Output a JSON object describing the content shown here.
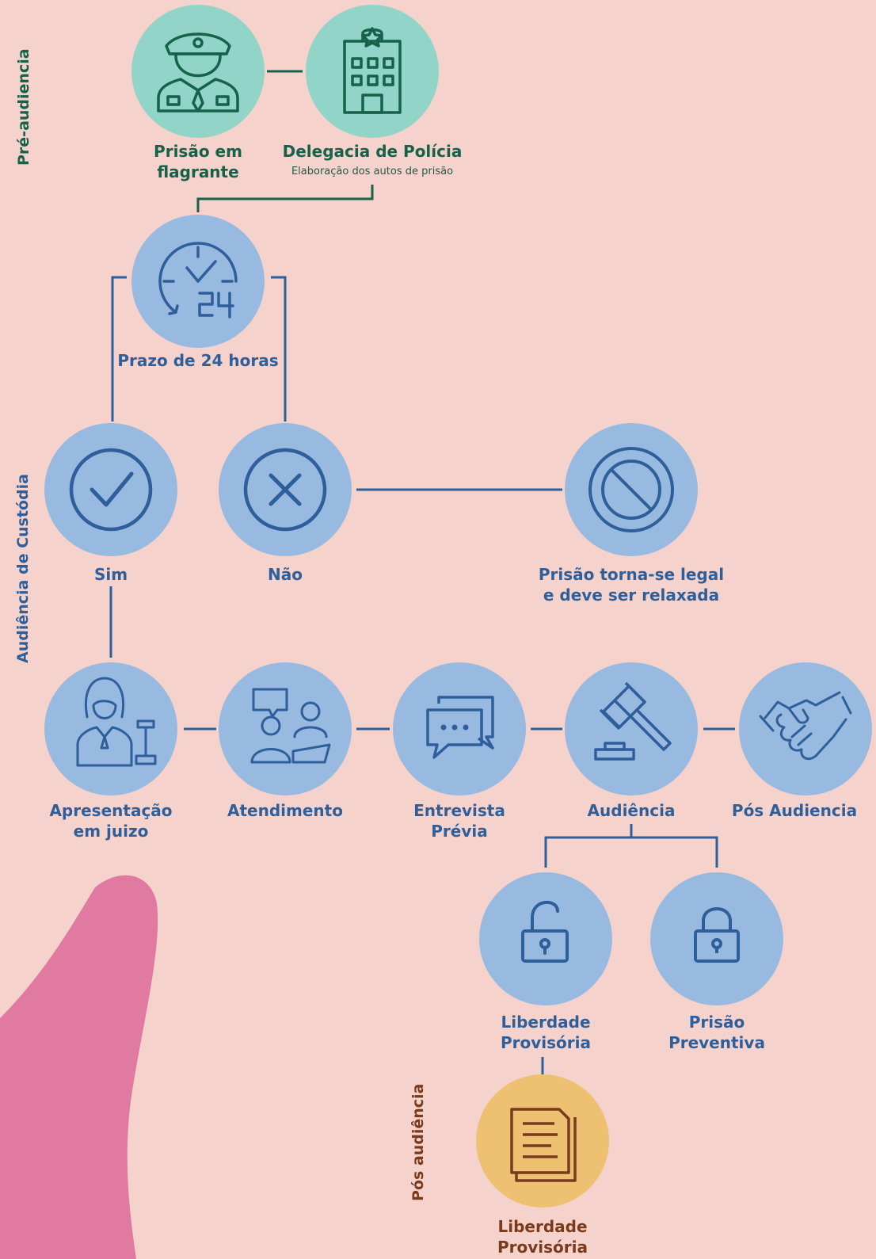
{
  "sections": {
    "pre": "Pré-audiencia",
    "custodia": "Audiência de Custódia",
    "pos": "Pós audiência"
  },
  "nodes": {
    "prisao_flagrante": {
      "line1": "Prisão em",
      "line2": "flagrante",
      "icon": "police-officer-icon"
    },
    "delegacia": {
      "title": "Delegacia de Polícia",
      "subtitle": "Elaboração dos autos de prisão",
      "icon": "police-station-icon"
    },
    "prazo": {
      "label": "Prazo de 24 horas",
      "icon": "clock-24-icon"
    },
    "sim": {
      "label": "Sim",
      "icon": "check-circle-icon"
    },
    "nao": {
      "label": "Não",
      "icon": "x-circle-icon"
    },
    "relaxada": {
      "line1": "Prisão torna-se legal",
      "line2": "e deve ser relaxada",
      "icon": "forbidden-icon"
    },
    "apresentacao": {
      "line1": "Apresentação",
      "line2": "em juizo",
      "icon": "judge-icon"
    },
    "atendimento": {
      "label": "Atendimento",
      "icon": "consultation-icon"
    },
    "entrevista": {
      "line1": "Entrevista",
      "line2": "Prévia",
      "icon": "chat-bubbles-icon"
    },
    "audiencia": {
      "label": "Audiência",
      "icon": "gavel-icon"
    },
    "pos_audiencia": {
      "label": "Pós Audiencia",
      "icon": "handshake-icon"
    },
    "liberdade": {
      "line1": "Liberdade",
      "line2": "Provisória",
      "icon": "unlocked-padlock-icon"
    },
    "preventiva": {
      "line1": "Prisão",
      "line2": "Preventiva",
      "icon": "locked-padlock-icon"
    },
    "liberdade_pos": {
      "line1": "Liberdade",
      "line2": "Provisória",
      "icon": "document-icon"
    }
  },
  "colors": {
    "background": "#f5d3cc",
    "green_circle": "#92d4c7",
    "green_text": "#15614a",
    "blue_circle": "#98b9e0",
    "blue_text": "#2f5f9a",
    "yellow_circle": "#edc072",
    "brown_text": "#7a3a1c",
    "pink_shape": "#e07aa0"
  }
}
